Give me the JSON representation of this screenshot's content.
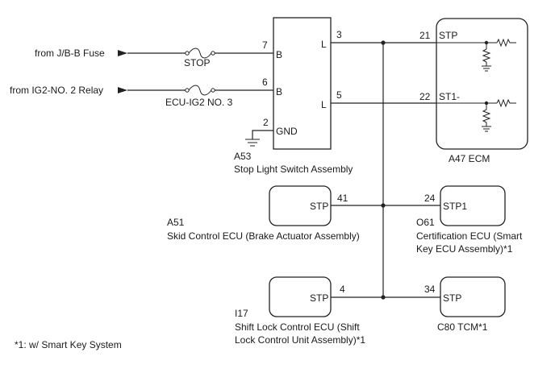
{
  "sources": {
    "jb": "from J/B-B Fuse",
    "ig2": "from IG2-NO. 2 Relay"
  },
  "fuses": {
    "stop": "STOP",
    "ecu_ig2": "ECU-IG2 NO. 3"
  },
  "a53": {
    "code": "A53",
    "name": "Stop Light Switch Assembly",
    "pin7": "7",
    "pin6": "6",
    "pin2": "2",
    "pin3": "3",
    "pin5": "5",
    "b_top": "B",
    "b_mid": "B",
    "gnd": "GND",
    "l_top": "L",
    "l_bot": "L"
  },
  "a47": {
    "label": "A47  ECM",
    "pin21": "21",
    "stp": "STP",
    "pin22": "22",
    "st1": "ST1-"
  },
  "a51": {
    "code": "A51",
    "name": "Skid Control ECU (Brake Actuator Assembly)",
    "pin": "41",
    "term": "STP"
  },
  "o61": {
    "code": "O61",
    "name_line1": "Certification ECU (Smart",
    "name_line2": "Key ECU Assembly)*1",
    "pin": "24",
    "term": "STP1"
  },
  "i17": {
    "code": "I17",
    "name_line1": "Shift Lock Control ECU (Shift",
    "name_line2": "Lock Control Unit Assembly)*1",
    "pin": "4",
    "term": "STP"
  },
  "c80": {
    "label": "C80  TCM*1",
    "pin": "34",
    "term": "STP"
  },
  "footnote": "*1: w/ Smart Key System"
}
